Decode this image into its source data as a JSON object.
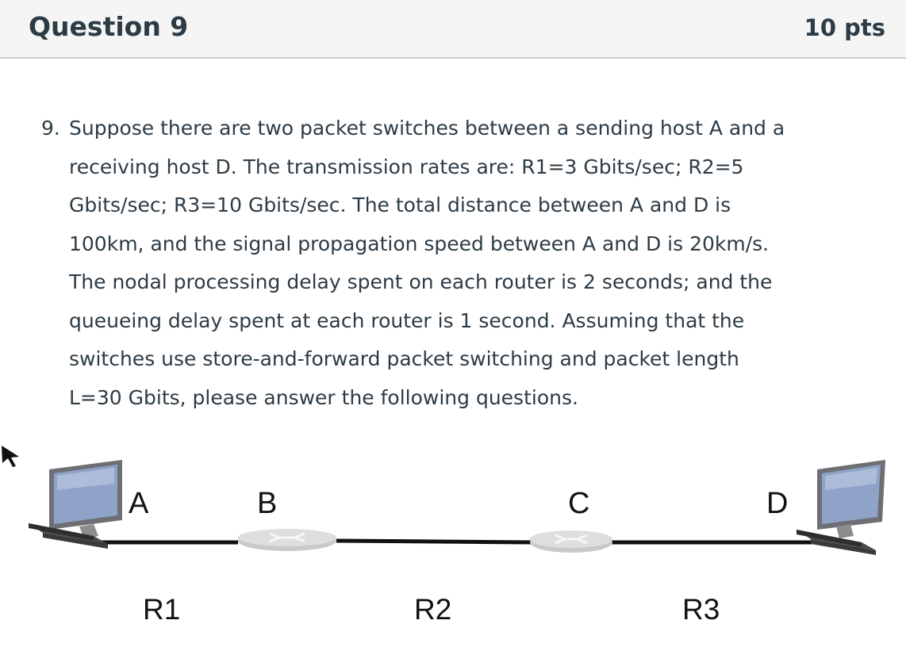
{
  "header": {
    "title": "Question 9",
    "points": "10 pts"
  },
  "question": {
    "number": "9.",
    "lines": [
      "Suppose there are two packet switches between a sending host A and a",
      "receiving host D. The transmission rates are: R1=3 Gbits/sec; R2=5",
      "Gbits/sec; R3=10 Gbits/sec. The total distance between A and D is",
      "100km, and the signal propagation speed between A and D is 20km/s.",
      "The nodal processing delay spent on each router is 2 seconds; and the",
      "queueing delay spent at each router is 1 second. Assuming that the",
      "switches use store-and-forward packet switching and packet length",
      "L=30 Gbits, please answer the following questions."
    ]
  },
  "diagram": {
    "nodes": [
      "A",
      "B",
      "C",
      "D"
    ],
    "links": [
      "R1",
      "R2",
      "R3"
    ],
    "icons": {
      "host": "computer-icon",
      "switch": "packet-switch-icon",
      "pointer": "mouse-cursor-icon"
    },
    "colors": {
      "wire": "#111111",
      "switch": "#c9c9c9",
      "screen": "#8fa3c8"
    }
  }
}
